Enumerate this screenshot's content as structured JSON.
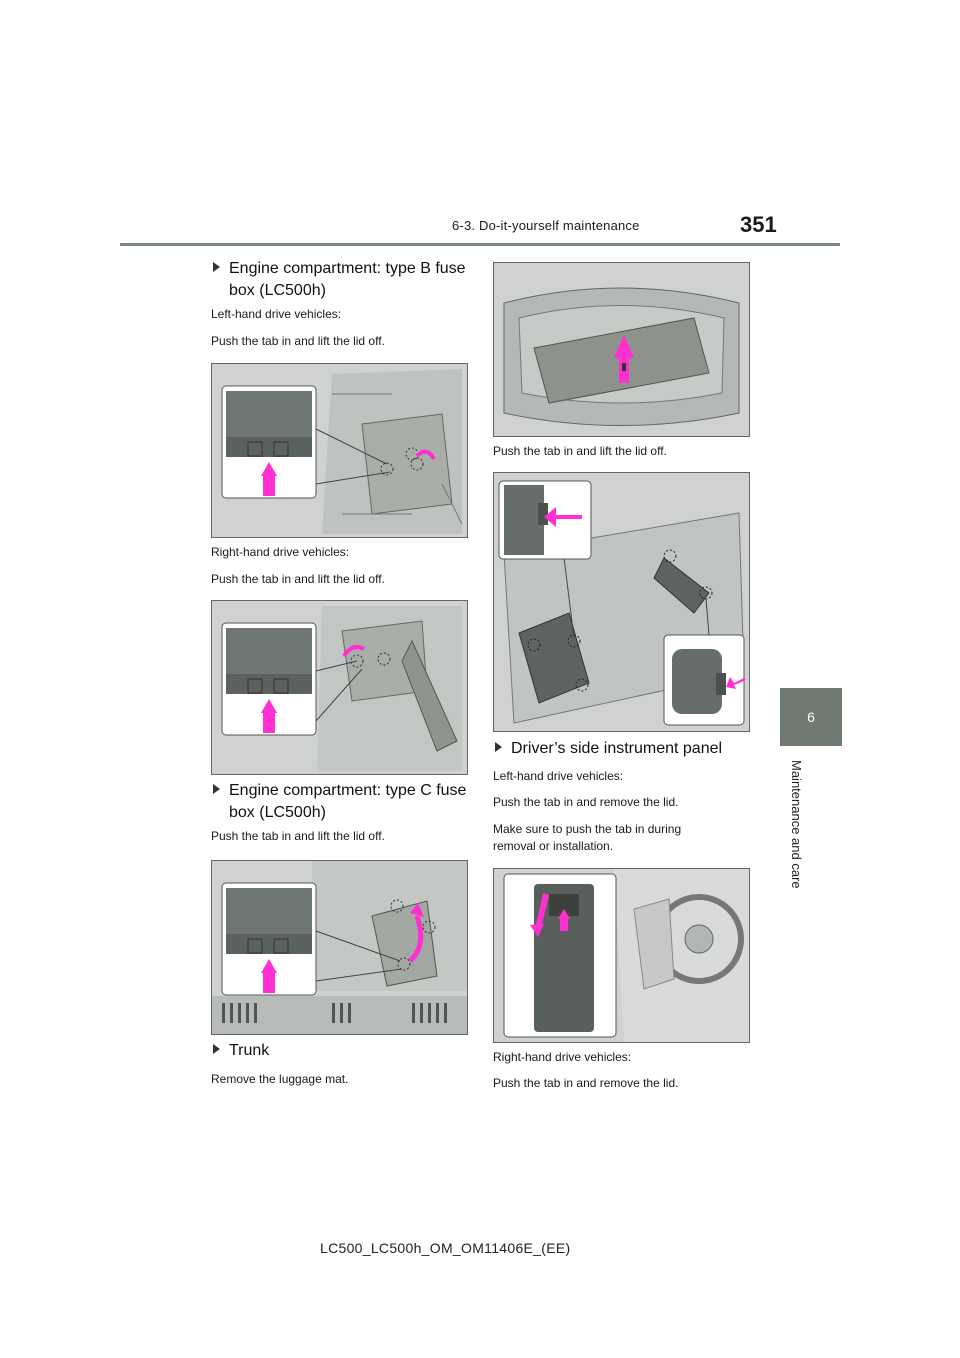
{
  "header": {
    "section": "6-3. Do-it-yourself maintenance",
    "page_number": "351"
  },
  "side_tab": {
    "chapter_number": "6",
    "chapter_title": "Maintenance and care"
  },
  "left_column": {
    "heading_b_line1": "Engine compartment: type B fuse",
    "heading_b_line2": "box (LC500h)",
    "lhd_label": "Left-hand drive vehicles:",
    "lhd_instruction": "Push the tab in and lift the lid off.",
    "rhd_label": "Right-hand drive vehicles:",
    "rhd_instruction": "Push the tab in and lift the lid off.",
    "heading_c_line1": "Engine compartment: type C fuse",
    "heading_c_line2": "box (LC500h)",
    "type_c_instruction": "Push the tab in and lift the lid off.",
    "heading_trunk": "Trunk",
    "trunk_instruction": "Remove the luggage mat."
  },
  "right_column": {
    "trunk_lid_instruction": "Push the tab in and lift the lid off.",
    "heading_panel": "Driver’s side instrument panel",
    "lhd_label": "Left-hand drive vehicles:",
    "lhd_instruction": "Push the tab in and remove the lid.",
    "lhd_note_line1": "Make sure to push the tab in during",
    "lhd_note_line2": "removal or installation.",
    "rhd_label": "Right-hand drive vehicles:",
    "rhd_instruction": "Push the tab in and remove the lid."
  },
  "footer": {
    "doc_id": "LC500_LC500h_OM_OM11406E_(EE)"
  },
  "colors": {
    "arrow": "#ff2fd0",
    "rule": "#7b8880",
    "tab": "#6e7a72"
  }
}
